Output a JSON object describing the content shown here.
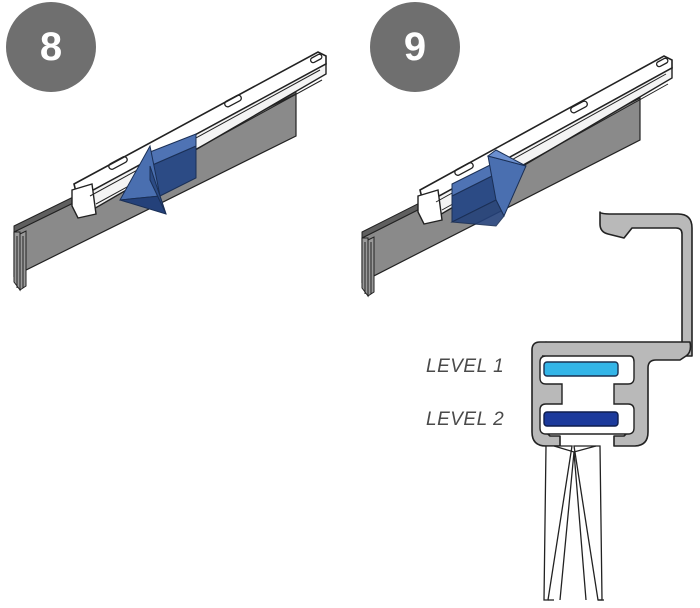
{
  "steps": [
    {
      "number": "8"
    },
    {
      "number": "9"
    }
  ],
  "labels": {
    "level_1": "LEVEL 1",
    "level_2": "LEVEL 2"
  },
  "colors": {
    "badge": "#6f6f6f",
    "arrow_blue": "#3a5d9b",
    "level_1": "#33b5e8",
    "level_2": "#1c3a9c",
    "profile_gray": "#b9b9b9",
    "strip_gray": "#8a8a8a"
  }
}
